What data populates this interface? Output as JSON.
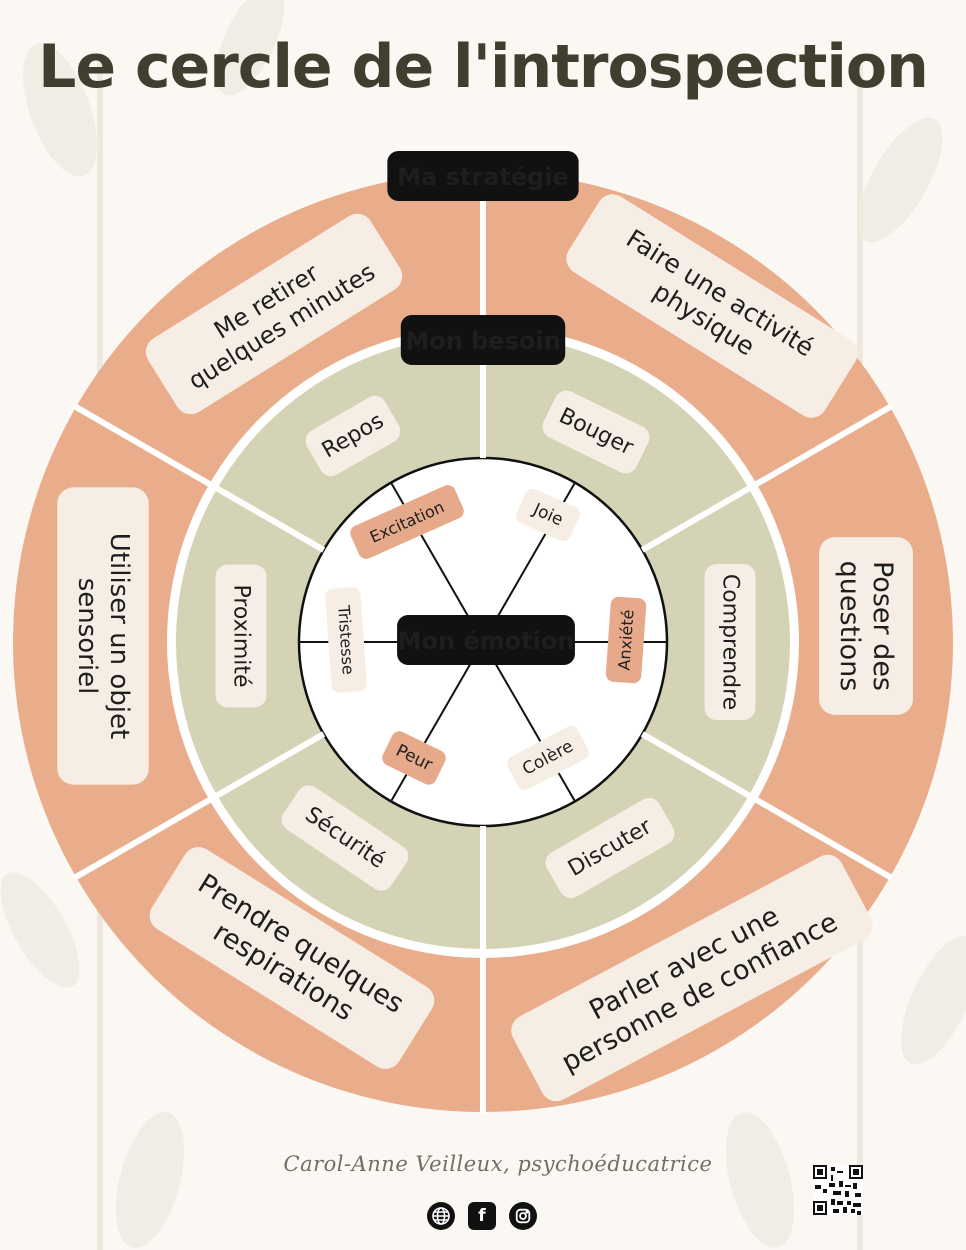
{
  "title": "Le cercle de l'introspection",
  "rings": {
    "strategy_label": "Ma stratégie",
    "need_label": "Mon besoin",
    "emotion_label": "Mon émotion"
  },
  "emotions": [
    "Joie",
    "Anxiété",
    "Colère",
    "Peur",
    "Tristesse",
    "Excitation"
  ],
  "needs": [
    "Bouger",
    "Comprendre",
    "Discuter",
    "Sécurité",
    "Proximité",
    "Repos"
  ],
  "strategies": [
    [
      "Faire une activité",
      "physique"
    ],
    [
      "Poser des",
      "questions"
    ],
    [
      "Parler avec une",
      "personne de confiance"
    ],
    [
      "Prendre quelques",
      "respirations"
    ],
    [
      "Utiliser un objet",
      "sensoriel"
    ],
    [
      "Me retirer",
      "quelques minutes"
    ]
  ],
  "footer": {
    "credit": "Carol-Anne Veilleux, psychoéducatrice",
    "icons": [
      "globe-icon",
      "facebook-icon",
      "instagram-icon"
    ]
  },
  "colors": {
    "outer_ring": "#e9ad8c",
    "middle_ring": "#d4d3b6",
    "inner_ring": "#ffffff",
    "pill_light": "#f6eee4",
    "pill_accent": "#e6aa8b",
    "label_dark": "#111111",
    "title": "#3f3f30"
  }
}
